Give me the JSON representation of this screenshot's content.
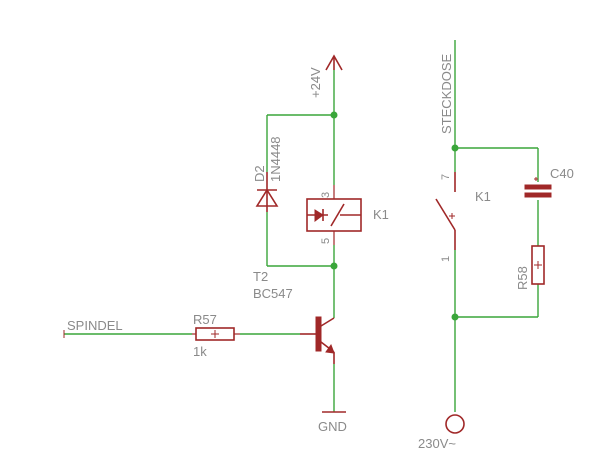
{
  "labels": {
    "supply_24v": "+24V",
    "d2_name": "D2",
    "d2_value": "1N4448",
    "k1_coil": "K1",
    "k1_pin3": "3",
    "k1_pin5": "5",
    "t2_name": "T2",
    "t2_value": "BC547",
    "r57_name": "R57",
    "r57_value": "1k",
    "spindel": "SPINDEL",
    "gnd": "GND",
    "steckdose": "STECKDOSE",
    "k1_contact": "K1",
    "contact_pin7": "7",
    "contact_pin1": "1",
    "c40": "C40",
    "r58": "R58",
    "v230": "230V~"
  },
  "colors": {
    "wire": "#3aa63a",
    "symbol": "#a02828",
    "text": "#8a8a8a"
  }
}
